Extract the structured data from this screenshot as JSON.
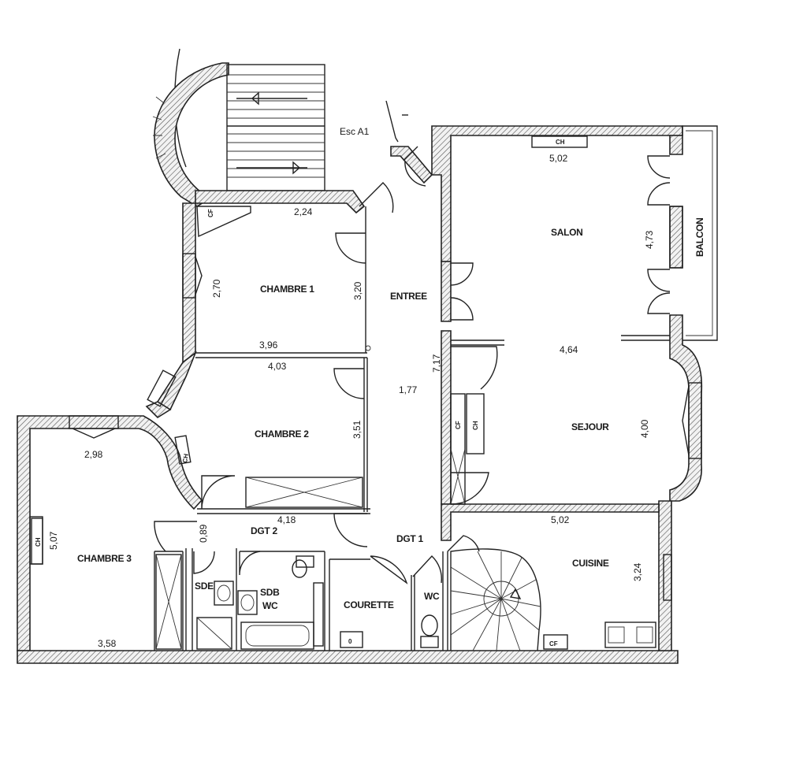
{
  "rooms": {
    "stair": "Esc A1",
    "salon": "SALON",
    "balcon": "BALCON",
    "chambre1": "CHAMBRE 1",
    "entree": "ENTREE",
    "chambre2": "CHAMBRE 2",
    "sejour": "SEJOUR",
    "chambre3": "CHAMBRE 3",
    "dgt2": "DGT 2",
    "dgt1": "DGT 1",
    "cuisine": "CUISINE",
    "sde": "SDE",
    "sdb": "SDB",
    "sdb_wc": "WC",
    "courette": "COURETTE",
    "wc": "WC"
  },
  "fixtures": {
    "ch": "CH",
    "cf": "CF"
  },
  "dimensions": {
    "salon_width": "5,02",
    "salon_depth": "4,73",
    "ch1_top": "2,24",
    "ch1_left": "2,70",
    "ch1_right": "3,20",
    "ch1_bottom": "3,96",
    "ch2_top": "4,03",
    "ch2_right": "3,51",
    "ch2_bottom": "4,18",
    "entree_length": "7,17",
    "entree_width": "1,77",
    "sejour_width": "4,64",
    "sejour_depth": "4,00",
    "ch3_top": "2,98",
    "ch3_left": "5,07",
    "ch3_bottom": "3,58",
    "dgt2_width": "0,89",
    "cuisine_width": "5,02",
    "cuisine_depth": "3,24"
  }
}
